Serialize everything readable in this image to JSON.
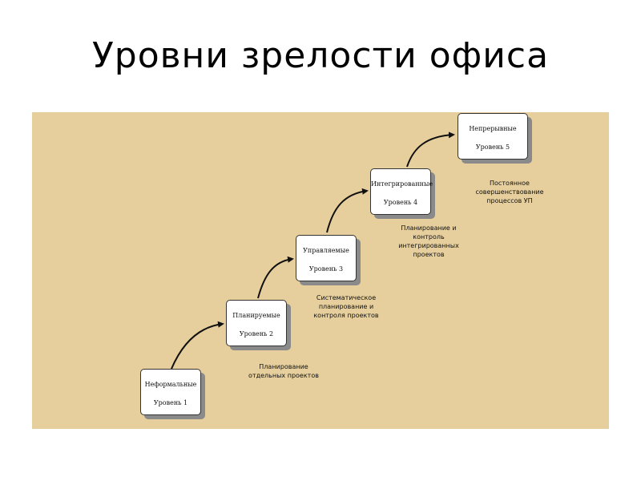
{
  "title": "Уровни зрелости офиса",
  "levels": [
    {
      "name": "Неформальные",
      "level": "Уровень 1",
      "caption": ""
    },
    {
      "name": "Планируемые",
      "level": "Уровень 2",
      "caption": "Планирование\nотдельных проектов"
    },
    {
      "name": "Управляемые",
      "level": "Уровень 3",
      "caption": "Систематическое\nпланирование и\nконтроля проектов"
    },
    {
      "name": "Интегрированные",
      "level": "Уровень 4",
      "caption": "Планирование и\nконтроль\nинтегрированных\nпроектов"
    },
    {
      "name": "Непрерывные",
      "level": "Уровень 5",
      "caption": "Постоянное\nсовершенствование\nпроцессов УП"
    }
  ],
  "colors": {
    "panel_background": "#e6cf9c",
    "box_shadow": "#8a8a8a",
    "arrow": "#111111"
  }
}
